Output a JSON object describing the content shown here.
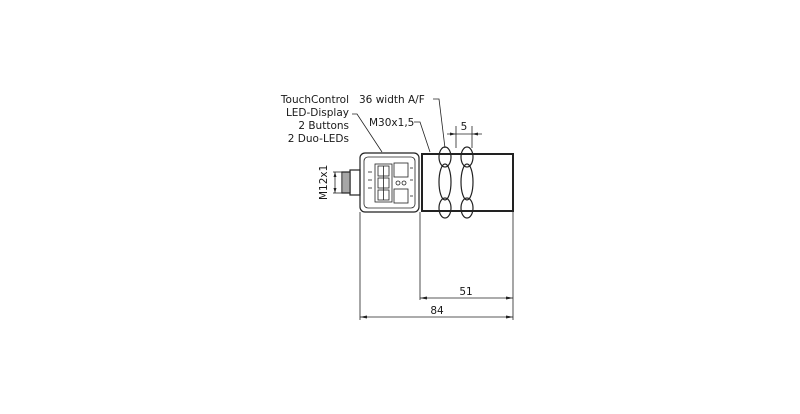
{
  "diagram": {
    "type": "dimensional-drawing",
    "subject": "sensor with M12x1 connector",
    "labels": {
      "touch_control": "TouchControl",
      "led_display": "LED-Display",
      "buttons": "2 Buttons",
      "duo_leds": "2 Duo-LEDs",
      "width_af": "36 width A/F",
      "thread": "M30x1,5",
      "connector": "M12x1"
    },
    "dimensions": {
      "nut_spacing": "5",
      "thread_length": "51",
      "total_length": "84"
    },
    "colors": {
      "stroke": "#222222",
      "background": "#ffffff"
    }
  }
}
